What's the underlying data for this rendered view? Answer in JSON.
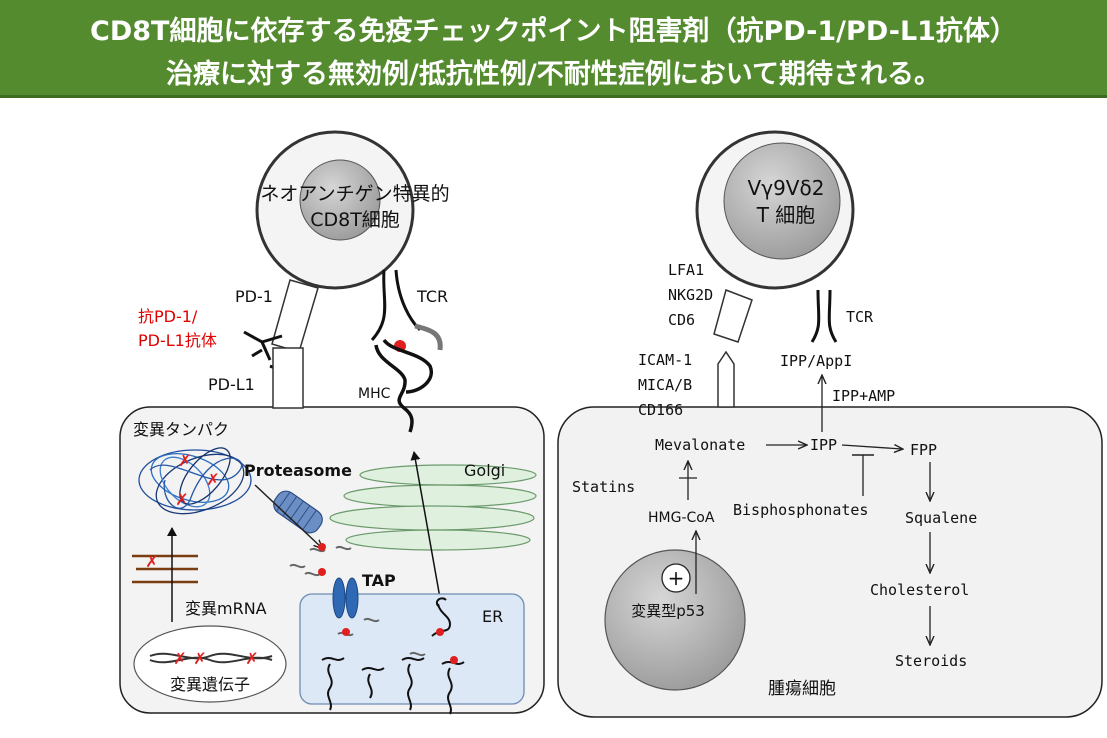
{
  "header": {
    "line1": "CD8T細胞に依存する免疫チェックポイント阻害剤（抗PD-1/PD-L1抗体）",
    "line2": "治療に対する無効例/抵抗性例/不耐性症例において期待される。"
  },
  "left": {
    "cd8_cell_line1": "ネオアンチゲン特異的",
    "cd8_cell_line2": "CD8T細胞",
    "pd1_label": "PD-1",
    "anti_pd1_line1": "抗PD-1/",
    "anti_pd1_line2": "PD-L1抗体",
    "pdl1_label": "PD-L1",
    "tcr_label": "TCR",
    "mhc_label": "MHC",
    "mutant_protein_label": "変異タンパク",
    "proteasome_label": "Proteasome",
    "golgi_label": "Golgi",
    "tap_label": "TAP",
    "er_label": "ER",
    "mrna_label": "変異mRNA",
    "gene_label": "変異遺伝子"
  },
  "right": {
    "gd_cell_line1": "Vγ9Vδ2",
    "gd_cell_line2": "T 細胞",
    "receptors": [
      "LFA1",
      "NKG2D",
      "CD6"
    ],
    "ligands": [
      "ICAM-1",
      "MICA/B",
      "CD166"
    ],
    "tcr_label": "TCR",
    "ipp_apppi": "IPP/AppI",
    "ipp_amp": "IPP+AMP",
    "mevalonate": "Mevalonate",
    "ipp": "IPP",
    "fpp": "FPP",
    "statins": "Statins",
    "hmg_coa": "HMG-CoA",
    "bisphosphonates": "Bisphosphonates",
    "squalene": "Squalene",
    "cholesterol": "Cholesterol",
    "steroids": "Steroids",
    "plus_sign": "+",
    "p53_label": "変異型p53",
    "tumor_label": "腫瘍細胞"
  },
  "colors": {
    "header_bg": "#558b2f",
    "header_text": "#ffffff",
    "antibody_text": "#e00000",
    "mutation_mark": "#e02020",
    "er_fill": "#dce8f6",
    "golgi_fill": "#dff0df",
    "tap_fill": "#2f68b4",
    "cell_body": "#bdbdbd",
    "tumor_box": "#f2f2f2"
  }
}
